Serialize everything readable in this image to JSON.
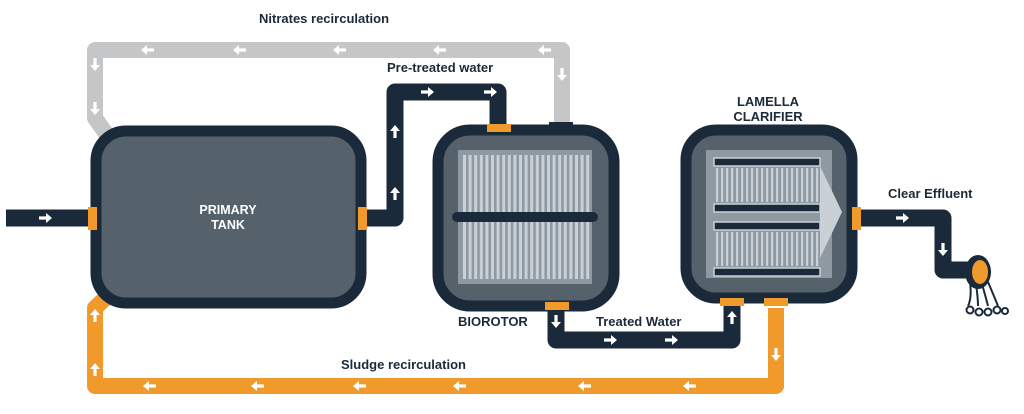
{
  "labels": {
    "nitrates": "Nitrates recirculation",
    "pretreated": "Pre-treated water",
    "lamella_line1": "LAMELLA",
    "lamella_line2": "CLARIFIER",
    "clear_effluent": "Clear Effluent",
    "primary_line1": "PRIMARY",
    "primary_line2": "TANK",
    "biorotor": "BIOROTOR",
    "treated": "Treated Water",
    "sludge": "Sludge recirculation"
  },
  "colors": {
    "pipe_dark": "#1b2a3a",
    "tank_fill": "#55616b",
    "nitrates_pipe": "#c4c6c8",
    "sludge_pipe": "#ef9a2a",
    "connector": "#ef9a2a",
    "inner_panel": "#8e99a2",
    "plate": "#c9d1d7"
  },
  "icons": [
    "flow-arrow-icon",
    "discharge-outlet-icon"
  ]
}
